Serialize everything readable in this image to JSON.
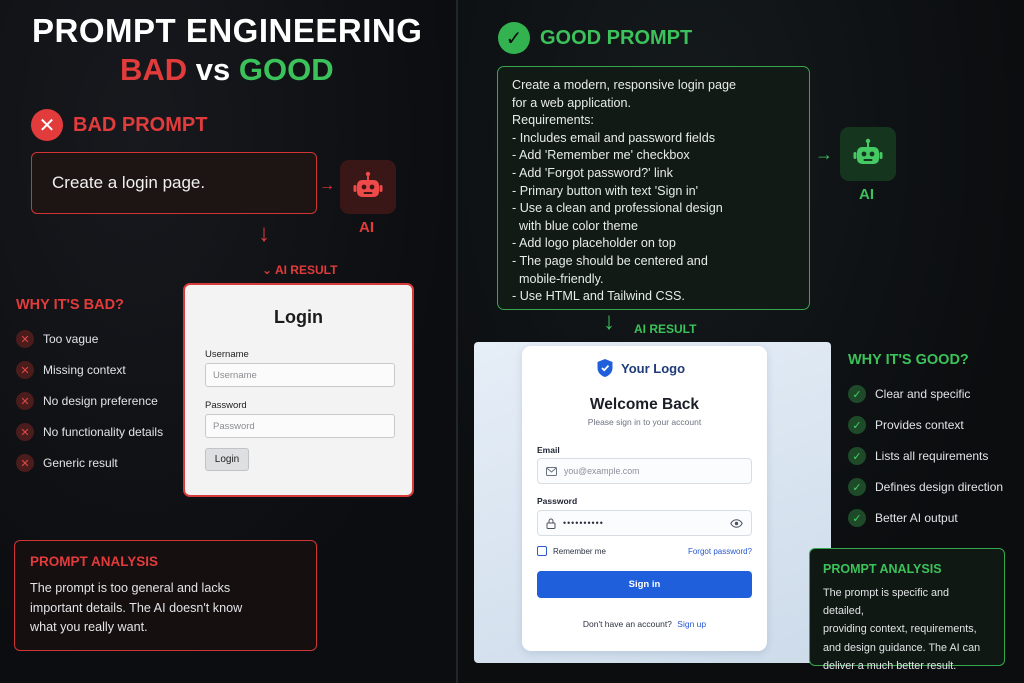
{
  "header": {
    "title": "PROMPT ENGINEERING",
    "subtitle_bad": "BAD",
    "subtitle_vs": " vs ",
    "subtitle_good": "GOOD"
  },
  "colors": {
    "bad": "#e23b3b",
    "good": "#3cc25a",
    "button_blue": "#1f5fdc"
  },
  "bad": {
    "heading": "BAD PROMPT",
    "prompt_text": "Create a login page.",
    "ai_label": "AI",
    "ai_result_label": "AI RESULT",
    "result_card": {
      "title": "Login",
      "username_label": "Username",
      "username_placeholder": "Username",
      "password_label": "Password",
      "password_placeholder": "Password",
      "button_label": "Login"
    },
    "why_title": "WHY IT'S BAD?",
    "reasons": [
      "Too vague",
      "Missing context",
      "No design preference",
      "No functionality details",
      "Generic result"
    ],
    "analysis": {
      "heading": "PROMPT ANALYSIS",
      "lines": [
        "The prompt is too general and lacks",
        "important details. The AI doesn't know",
        "what you really want."
      ]
    }
  },
  "good": {
    "heading": "GOOD PROMPT",
    "prompt_lines": [
      "Create a modern, responsive login page",
      "for a web application.",
      "Requirements:",
      "- Includes email and password fields",
      "- Add 'Remember me' checkbox",
      "- Add 'Forgot password?' link",
      "- Primary button with text 'Sign in'",
      "- Use a clean and professional design",
      "  with blue color theme",
      "- Add logo placeholder on top",
      "- The page should be centered and",
      "  mobile-friendly.",
      "- Use HTML and Tailwind CSS."
    ],
    "ai_label": "AI",
    "ai_result_label": "AI RESULT",
    "result_card": {
      "logo_text": "Your Logo",
      "title": "Welcome Back",
      "subtitle": "Please sign in to your account",
      "email_label": "Email",
      "email_placeholder": "you@example.com",
      "password_label": "Password",
      "password_value": "••••••••••",
      "remember_label": "Remember me",
      "forgot_label": "Forgot password?",
      "button_label": "Sign in",
      "footer_text": "Don't have an account?",
      "signup_label": "Sign up"
    },
    "why_title": "WHY IT'S GOOD?",
    "reasons": [
      "Clear and specific",
      "Provides context",
      "Lists all requirements",
      "Defines design direction",
      "Better AI output"
    ],
    "analysis": {
      "heading": "PROMPT ANALYSIS",
      "lines": [
        "The prompt is specific and detailed,",
        "providing context, requirements,",
        "and design guidance. The AI can",
        "deliver a much better result."
      ]
    }
  }
}
